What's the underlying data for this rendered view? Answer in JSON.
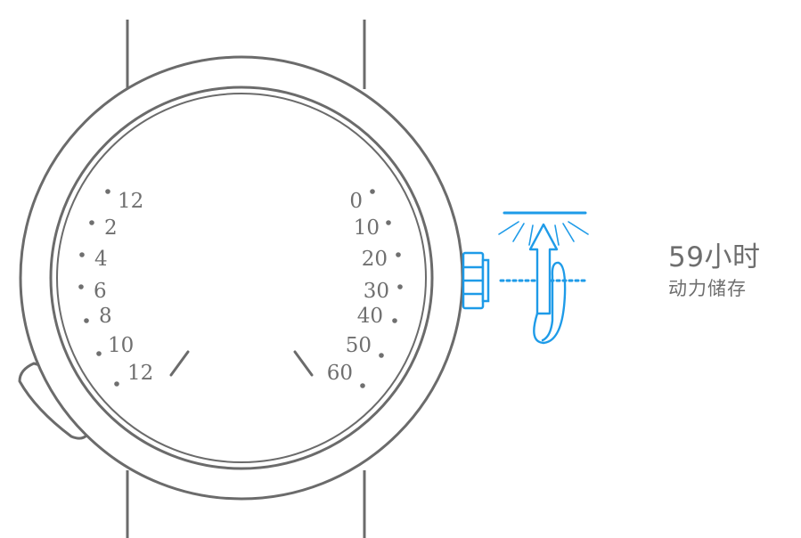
{
  "left_scale": {
    "labels": [
      "12",
      "2",
      "4",
      "6",
      "8",
      "10",
      "12"
    ]
  },
  "right_scale": {
    "labels": [
      "0",
      "10",
      "20",
      "30",
      "40",
      "50",
      "60"
    ]
  },
  "caption": {
    "value": "59小时",
    "label": "动力储存"
  },
  "colors": {
    "outline": "#6b6b6b",
    "accent": "#1e9be8",
    "text": "#6e6e6e"
  },
  "icons": {
    "crown": "watch-crown-icon",
    "winding": "winding-arrow-icon"
  }
}
